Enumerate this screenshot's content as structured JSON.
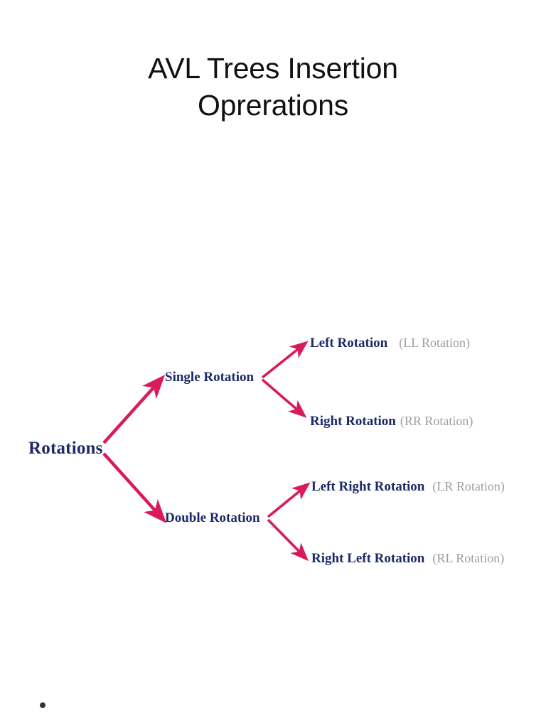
{
  "slide": {
    "title": "AVL Trees Insertion\nOprerations",
    "background_color": "#ffffff"
  },
  "colors": {
    "title_text": "#111111",
    "node_text": "#1d2a66",
    "alias_text": "#9e9e9e",
    "arrow": "#d91a5b",
    "bullet": "#333333"
  },
  "diagram": {
    "type": "tree",
    "root": {
      "label": "Rotations"
    },
    "branches": [
      {
        "label": "Single Rotation",
        "children": [
          {
            "label": "Left Rotation",
            "alias": "(LL Rotation)"
          },
          {
            "label": "Right Rotation",
            "alias": "(RR Rotation)"
          }
        ]
      },
      {
        "label": "Double Rotation",
        "children": [
          {
            "label": "Left Right Rotation",
            "alias": "(LR Rotation)"
          },
          {
            "label": "Right Left Rotation",
            "alias": "(RL Rotation)"
          }
        ]
      }
    ]
  },
  "bullet": {
    "marker": "bullet-dot",
    "text": ""
  }
}
